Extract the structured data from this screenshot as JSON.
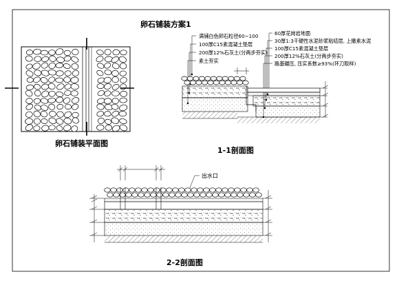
{
  "title": "卵石铺装方案1",
  "plan": {
    "caption": "卵石铺装平面图"
  },
  "section_1_1": {
    "caption": "1-1剖面图",
    "left_notes": [
      "满铺白色卵石粒径60~100",
      "100厚C15素混凝土垫层",
      "200厚12%石灰土(分两步夯实)",
      "素土夯实"
    ],
    "right_notes": [
      "60厚花岗岩地面",
      "30厚1:3干硬性水泥砂浆粘结层, 上撒素水泥",
      "100厚C15素混凝土垫层",
      "200厚12%石灰土(分两步夯实)",
      "路基碾压, 压实系数≥93%(环刀取样)"
    ]
  },
  "section_2_2": {
    "caption": "2-2剖面图",
    "outlet_label": "出水口"
  }
}
